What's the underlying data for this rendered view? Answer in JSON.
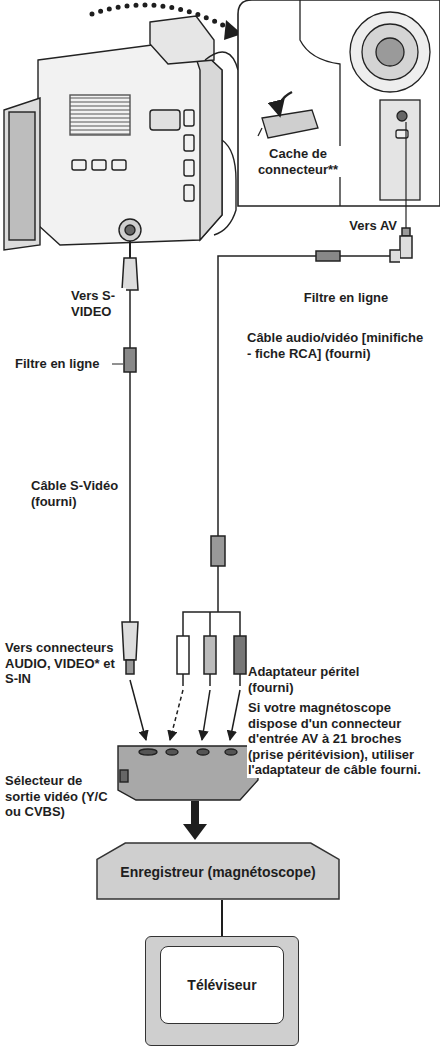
{
  "diagram": {
    "nodes": [
      {
        "text": [
          "Enregistreur (magnétoscope)"
        ]
      },
      {
        "text": [
          "Téléviseur"
        ]
      }
    ],
    "edges": [
      {
        "from": 0,
        "to": 1,
        "arrow": "none"
      }
    ],
    "labels": [
      "Cache de connecteur**",
      "Vers AV",
      "Filtre en ligne",
      "Vers S-VIDEO",
      "Filtre en ligne",
      "Câble S-Vidéo (fourni)",
      "Câble audio/vidéo [minifiche - fiche RCA] (fourni)",
      "Vers connecteurs AUDIO, VIDEO* et S-IN",
      "Adaptateur péritel (fourni)",
      "Si votre magnétoscope dispose d'un connecteur d'entrée AV à 21 broches (prise péritévision), utiliser l'adaptateur de câble fourni.",
      "Sélecteur de sortie vidéo (Y/C ou CVBS)"
    ]
  }
}
